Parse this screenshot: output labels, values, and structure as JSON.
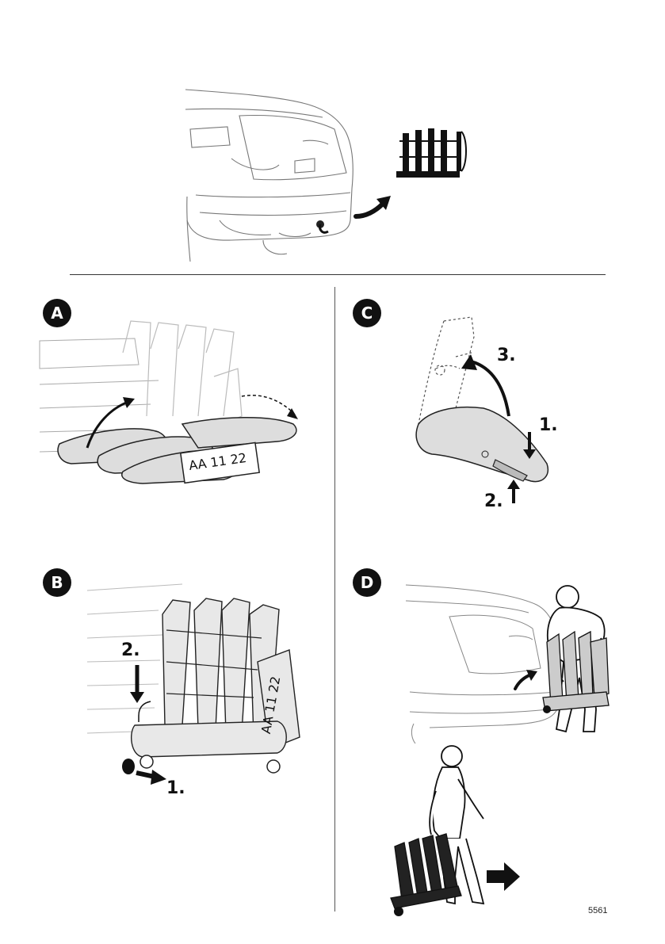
{
  "panels": {
    "a": {
      "letter": "A"
    },
    "b": {
      "letter": "B",
      "steps": [
        "1.",
        "2."
      ]
    },
    "c": {
      "letter": "C",
      "steps": [
        "1.",
        "2.",
        "3."
      ]
    },
    "d": {
      "letter": "D"
    }
  },
  "plate": {
    "text": "AA 11 22"
  },
  "document": {
    "number": "5561"
  },
  "icons": [
    "car-rear-illustration",
    "bike-carrier-illustration",
    "curved-arrow-icon",
    "straight-arrow-icon",
    "person-illustration"
  ]
}
